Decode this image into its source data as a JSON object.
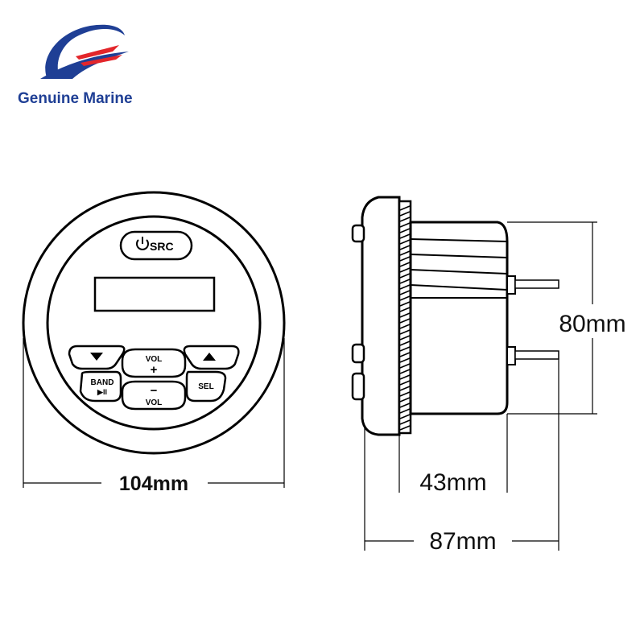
{
  "brand": {
    "name": "Genuine Marine",
    "colors": {
      "blue": "#1f3f95",
      "red": "#e3262b"
    }
  },
  "front_view": {
    "buttons": {
      "src": "SRC",
      "vol_up_top": "VOL",
      "vol_up_sign": "+",
      "vol_down_sign": "−",
      "vol_down_bottom": "VOL",
      "band": "BAND",
      "band_sub": "▶II",
      "sel": "SEL"
    },
    "dimension": "104mm"
  },
  "side_view": {
    "dimensions": {
      "height": "80mm",
      "depth_body": "43mm",
      "depth_total": "87mm"
    }
  }
}
